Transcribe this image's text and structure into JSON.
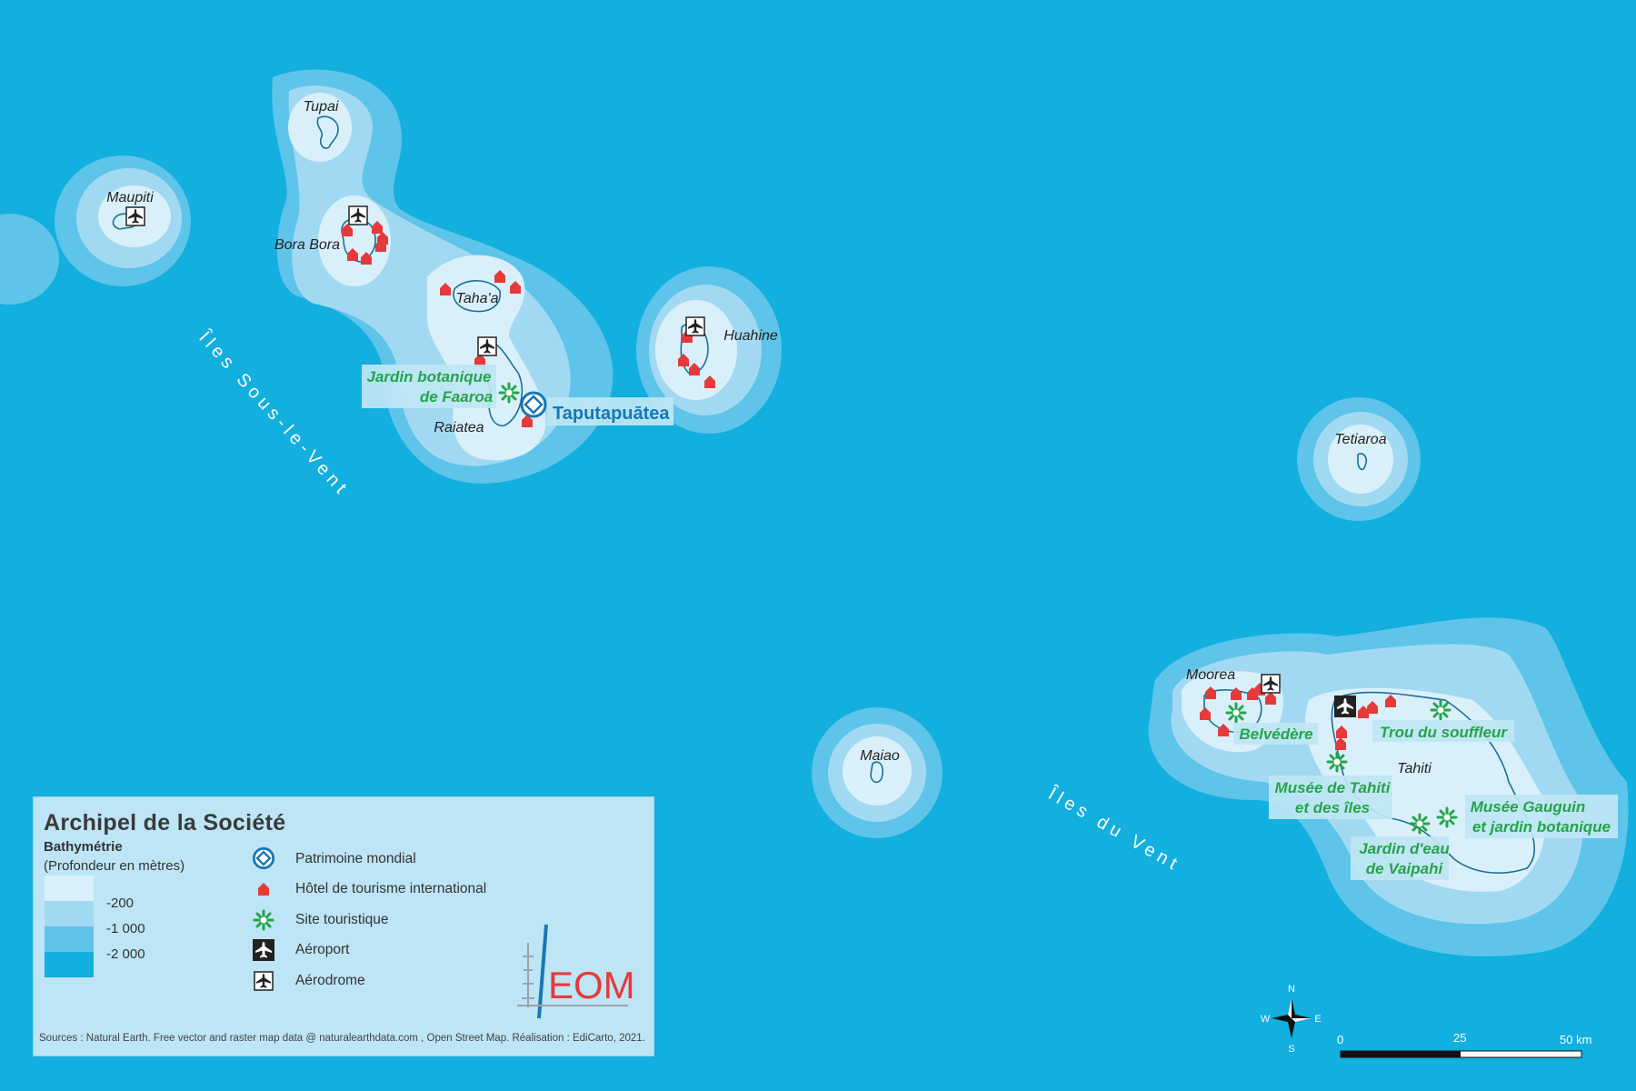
{
  "map": {
    "places": {
      "tupai": "Tupai",
      "maupiti": "Maupiti",
      "bora_bora": "Bora Bora",
      "tahaa": "Taha'a",
      "huahine": "Huahine",
      "raiatea": "Raiatea",
      "tetiaroa": "Tetiaroa",
      "moorea": "Moorea",
      "maiao": "Maiao",
      "tahiti": "Tahiti"
    },
    "regions": {
      "sous_le_vent": "Îles Sous-le-Vent",
      "du_vent": "Îles du Vent"
    },
    "sites": {
      "faaroa_line1": "Jardin botanique",
      "faaroa_line2": "de Faaroa",
      "taputapuatea": "Taputapuātea",
      "belvedere": "Belvédère",
      "trou": "Trou du souffleur",
      "musee_tahiti_line1": "Musée de Tahiti",
      "musee_tahiti_line2": "et des îles",
      "gauguin_line1": "Musée Gauguin",
      "gauguin_line2": "et jardin botanique",
      "vaipahi_line1": "Jardin d'eau",
      "vaipahi_line2": "de Vaipahi"
    },
    "compass": {
      "n": "N",
      "s": "S",
      "e": "E",
      "w": "W"
    },
    "scale": {
      "zero": "0",
      "mid": "25",
      "end": "50 km"
    }
  },
  "legend": {
    "title": "Archipel de la Société",
    "bathymetry_title": "Bathymétrie",
    "bathymetry_unit": "(Profondeur en mètres)",
    "depths": [
      "-200",
      "-1 000",
      "-2 000"
    ],
    "items": {
      "heritage": "Patrimoine mondial",
      "hotel": "Hôtel de tourisme international",
      "site": "Site touristique",
      "airport": "Aéroport",
      "aerodrome": "Aérodrome"
    },
    "sources": "Sources : Natural Earth. Free vector and raster map data @ naturalearthdata.com , Open Street Map. Réalisation : EdiCarto, 2021.",
    "logo_text": "EOM"
  },
  "colors": {
    "ocean": "#12afdf",
    "depth_1000_2000": "#5ec4ea",
    "depth_200_1000": "#a2d9f2",
    "depth_0_200": "#d9f0fa",
    "site_green": "#25a44a",
    "hotel_red": "#e53a3a",
    "heritage_blue": "#1876b5"
  }
}
